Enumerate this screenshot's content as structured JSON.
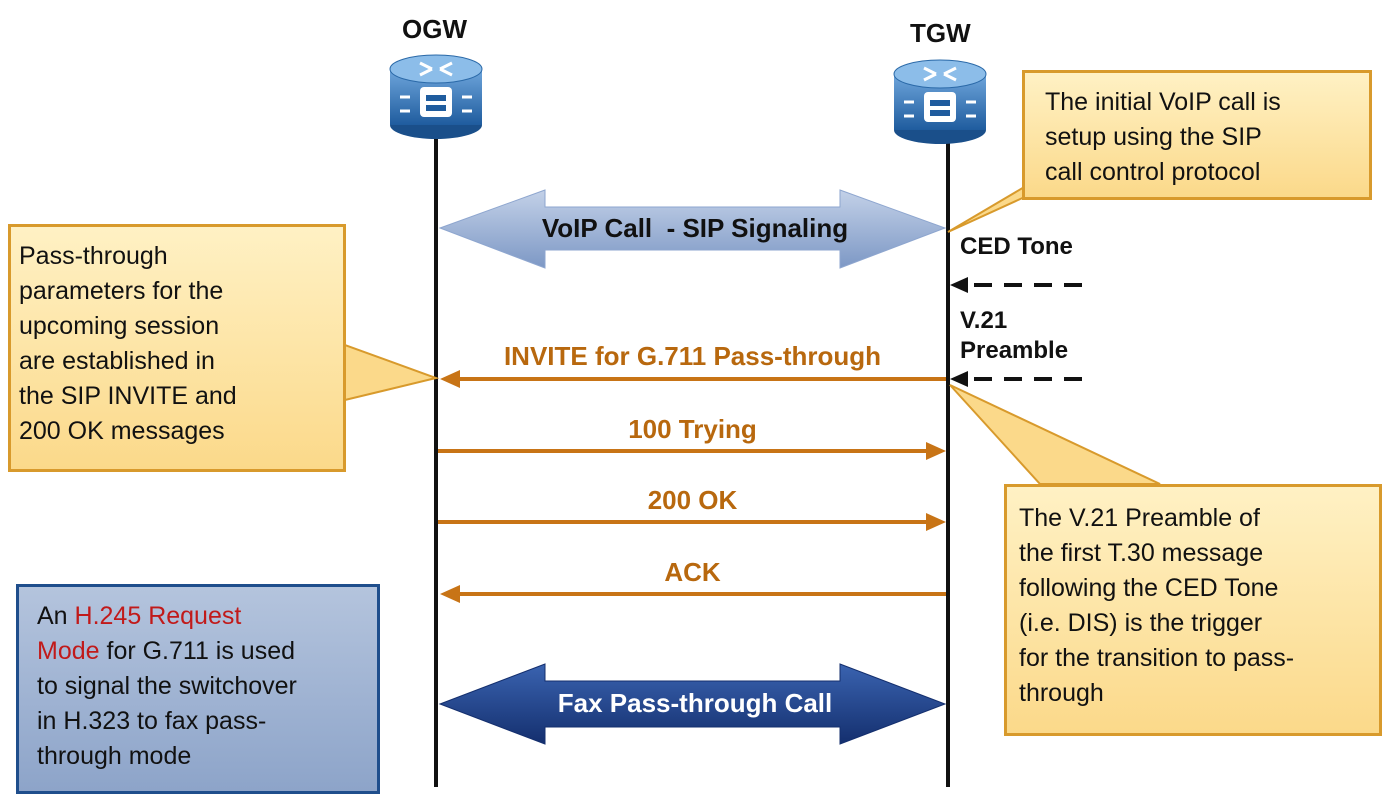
{
  "gateways": {
    "ogw": "OGW",
    "tgw": "TGW"
  },
  "arrows": {
    "sip_signaling": "VoIP Call  - SIP Signaling",
    "fax_call": "Fax Pass-through Call"
  },
  "messages": [
    {
      "label": "INVITE for G.711 Pass-through",
      "direction": "left"
    },
    {
      "label": "100 Trying",
      "direction": "right"
    },
    {
      "label": "200 OK",
      "direction": "right"
    },
    {
      "label": "ACK",
      "direction": "left"
    }
  ],
  "tones": {
    "ced": "CED Tone",
    "v21_line1": "V.21",
    "v21_line2": "Preamble"
  },
  "callouts": {
    "sip_setup": [
      "The initial VoIP call is",
      "setup using the SIP",
      "call control protocol"
    ],
    "passthrough_params": [
      "Pass-through",
      "parameters for the",
      "upcoming session",
      "are established in",
      "the SIP INVITE and",
      "200 OK messages"
    ],
    "v21_trigger": [
      "The V.21 Preamble of",
      "the first T.30 message",
      "following the CED Tone",
      "(i.e. DIS) is the trigger",
      "for the transition to pass-",
      "through"
    ],
    "h245": {
      "line1_prefix": "An ",
      "line1_red": "H.245 Request",
      "line2_red": "Mode",
      "line2_rest": " for G.711 is used",
      "line3": "to signal the switchover",
      "line4": "in H.323 to fax pass-",
      "line5": "through mode"
    }
  },
  "colors": {
    "message": "#c87416",
    "sip_arrow": "#8ea6cf",
    "fax_arrow": "#1f3f86",
    "callout_fill": "#fce7a8",
    "callout_border": "#d89a2c",
    "red_text": "#c11a1a"
  },
  "icons": [
    "router-icon",
    "router-icon"
  ]
}
